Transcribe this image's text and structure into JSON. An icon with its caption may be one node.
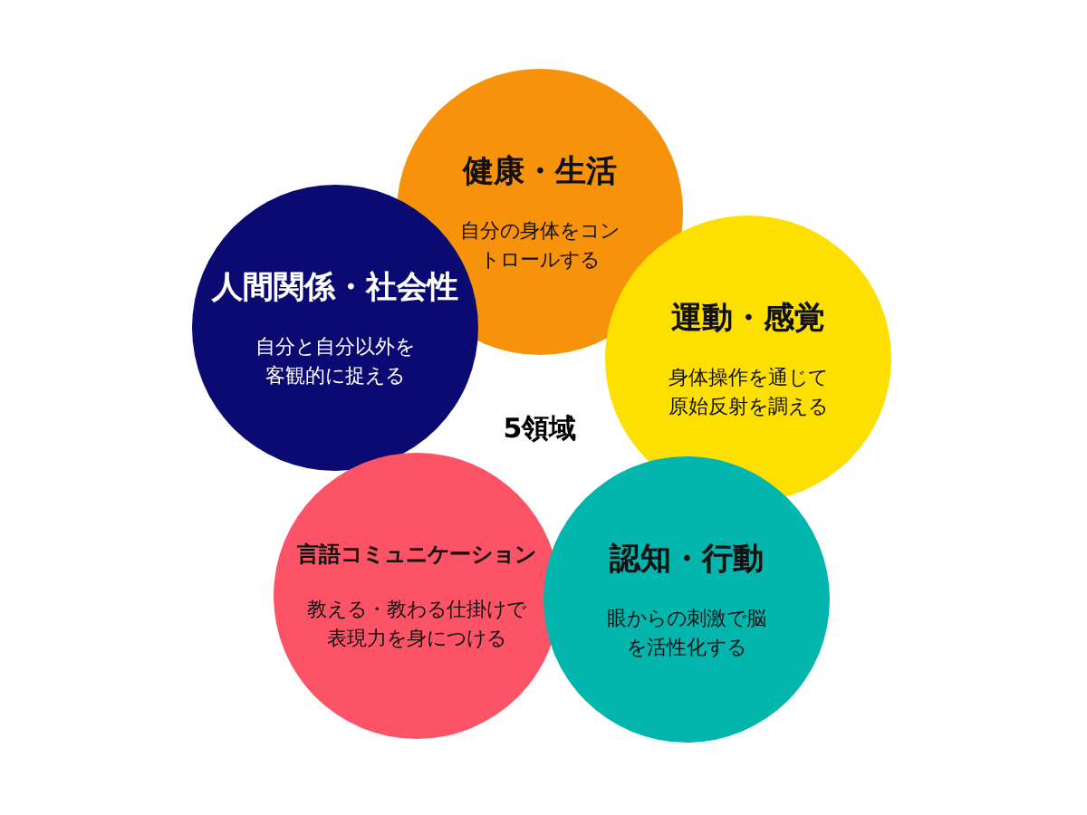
{
  "diagram": {
    "nodes": [
      {
        "text": [
          "健康・生活",
          "自分の身体をコントロールする"
        ]
      },
      {
        "text": [
          "人間関係・社会性",
          "自分と自分以外を客観的に捉える"
        ]
      },
      {
        "text": [
          "運動・感覚",
          "身体操作を通じて原始反射を調える"
        ]
      },
      {
        "text": [
          "言語コミュニケーション",
          "教える・教わる仕掛けで表現力を身につける"
        ]
      },
      {
        "text": [
          "認知・行動",
          "眼からの刺激で脳を活性化する"
        ]
      }
    ],
    "labels": [
      "5領域"
    ]
  }
}
